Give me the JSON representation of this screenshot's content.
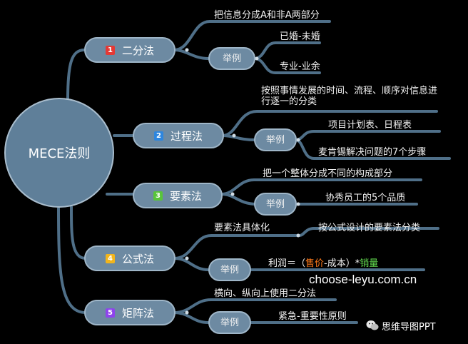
{
  "center": {
    "label": "MECE法则"
  },
  "colors": {
    "badge1": "#e53935",
    "badge2": "#2e86de",
    "badge3": "#58c43a",
    "badge4": "#f2b51c",
    "badge5": "#8e44ec",
    "node": "#6d8aa2",
    "line": "#4f6f88"
  },
  "branches": [
    {
      "num": "1",
      "title": "二分法",
      "desc": "把信息分成A和非A两部分",
      "example_label": "举例",
      "examples": [
        "已婚-未婚",
        "专业-业余"
      ]
    },
    {
      "num": "2",
      "title": "过程法",
      "desc": "按照事情发展的时间、流程、顺序对信息进行逐一的分类",
      "example_label": "举例",
      "examples": [
        "项目计划表、日程表",
        "麦肯锡解决问题的7个步骤"
      ]
    },
    {
      "num": "3",
      "title": "要素法",
      "desc": "把一个整体分成不同的构成部分",
      "example_label": "举例",
      "examples": [
        "协秀员工的5个品质"
      ]
    },
    {
      "num": "4",
      "title": "公式法",
      "desc": "要素法具体化",
      "desc_detail": "按公式设计的要素法分类",
      "example_label": "举例",
      "formula": {
        "prefix": "利润＝（",
        "price": "售价",
        "mid": "-成本）*",
        "volume": "销量"
      }
    },
    {
      "num": "5",
      "title": "矩阵法",
      "desc": "横向、纵向上使用二分法",
      "example_label": "举例",
      "examples": [
        "紧急-重要性原则"
      ]
    }
  ],
  "watermark": "choose-leyu.com.cn",
  "wechat": {
    "icon": "wechat-icon",
    "label": "思维导图PPT"
  }
}
